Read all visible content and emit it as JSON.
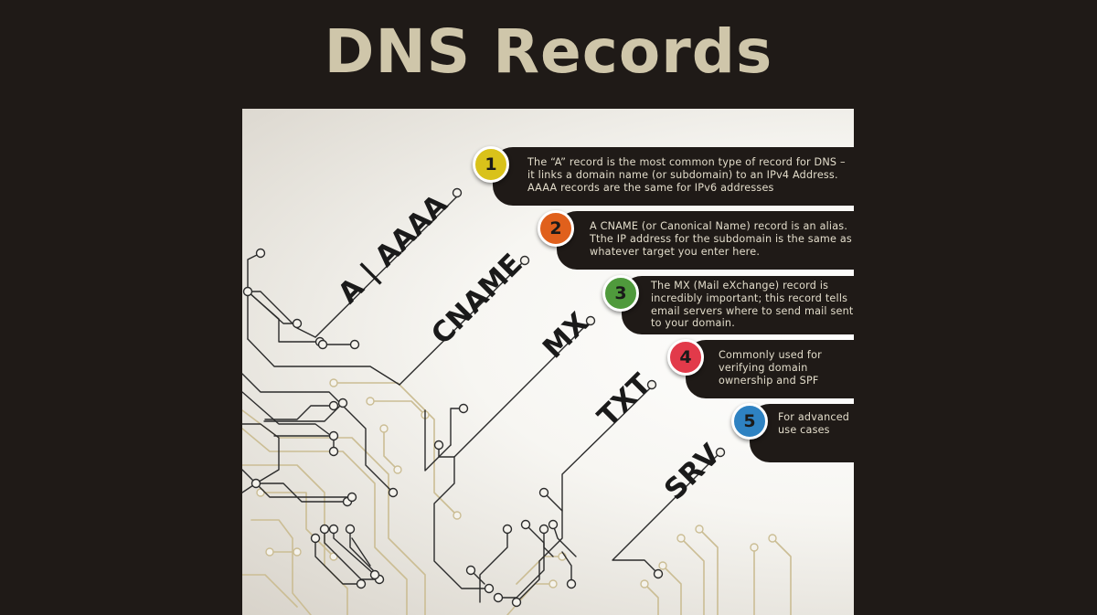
{
  "title": "DNS Records",
  "records": [
    {
      "number": "1",
      "label": "A | AAAA",
      "color": "#d9c21a",
      "lines": [
        "The “A” record is the most common type of record for DNS –",
        "it links a domain name (or subdomain) to an IPv4 Address.",
        "AAAA records are the same for IPv6 addresses"
      ]
    },
    {
      "number": "2",
      "label": "CNAME",
      "color": "#e0601c",
      "lines": [
        "A CNAME (or Canonical Name) record is an alias.",
        "Tthe IP address for the subdomain is the same as",
        "whatever target you enter here."
      ]
    },
    {
      "number": "3",
      "label": "MX",
      "color": "#4f9a3c",
      "lines": [
        "The MX (Mail eXchange) record is",
        "incredibly important; this record tells",
        "email servers where to send mail sent",
        "to your domain."
      ]
    },
    {
      "number": "4",
      "label": "TXT",
      "color": "#e23a4a",
      "lines": [
        "Commonly used for",
        "verifying domain",
        "ownership and SPF"
      ]
    },
    {
      "number": "5",
      "label": "SRV",
      "color": "#2e82c2",
      "lines": [
        "For advanced",
        "use cases"
      ]
    }
  ],
  "colors": {
    "background": "#1f1a17",
    "title": "#cfc6aa",
    "trace_dark": "#2b2b2b",
    "trace_tan": "#cbbd94"
  }
}
